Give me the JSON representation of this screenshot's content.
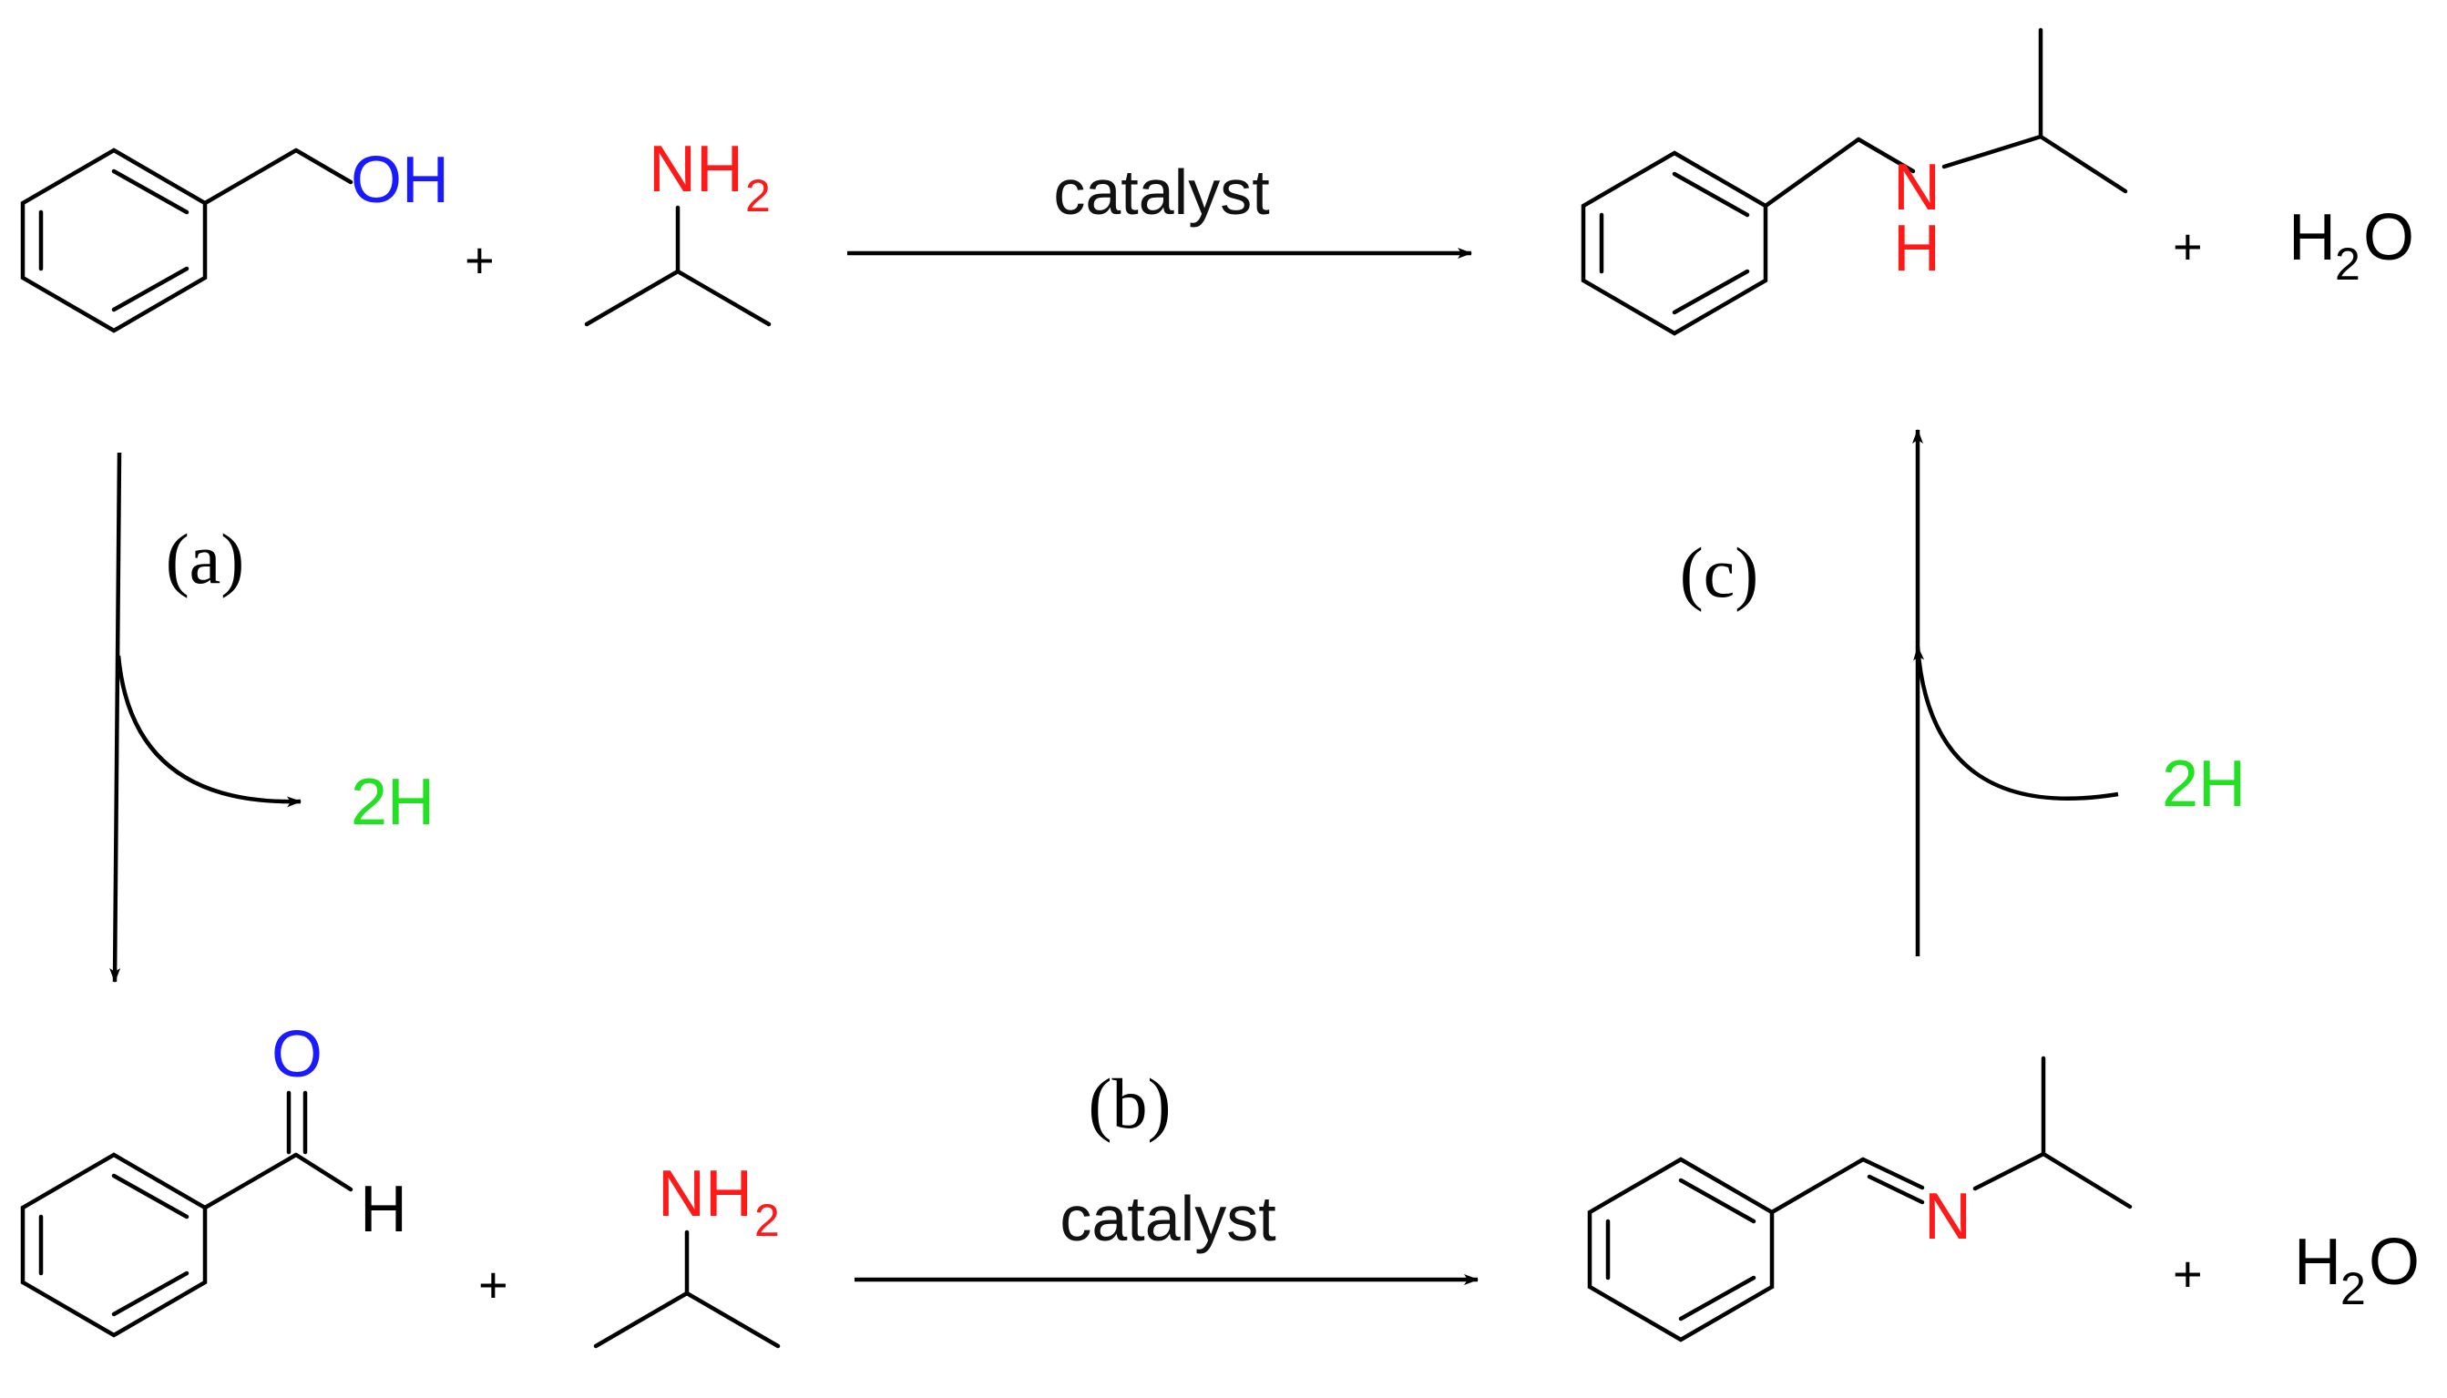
{
  "colors": {
    "oxygen": "#1a1aff",
    "nitrogen": "#ff1a1a",
    "hydrogen_byproduct": "#22e022",
    "bond": "#000000"
  },
  "labels": {
    "oh": "OH",
    "nh2_n": "NH",
    "nh2_sub": "2",
    "plus": "+",
    "catalyst": "catalyst",
    "amine_n": "N",
    "amine_h": "H",
    "water_h": "H",
    "water_sub": "2",
    "water_o": "O",
    "aldehyde_o": "O",
    "aldehyde_h": "H",
    "imine_n": "N",
    "two_h": "2H",
    "step_a": "(a)",
    "step_b": "(b)",
    "step_c": "(c)"
  }
}
